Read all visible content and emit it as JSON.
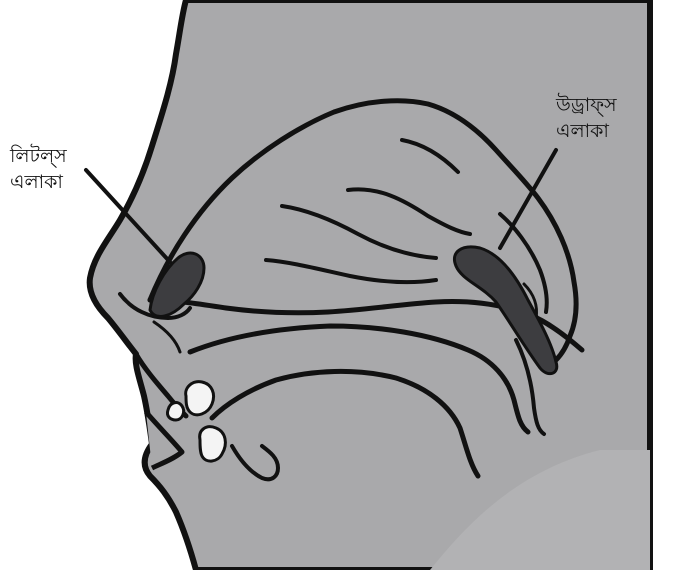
{
  "labels": {
    "littles_area": {
      "line1": "লিটল্স",
      "line2": "এলাকা"
    },
    "woodruffs_area": {
      "line1": "উড্রাফ্স",
      "line2": "এলাকা"
    }
  },
  "colors": {
    "head_fill": "#a9a9ab",
    "outline": "#111111",
    "highlight_region": "#3d3d40",
    "teeth": "#f4f4f4",
    "background": "#ffffff"
  }
}
